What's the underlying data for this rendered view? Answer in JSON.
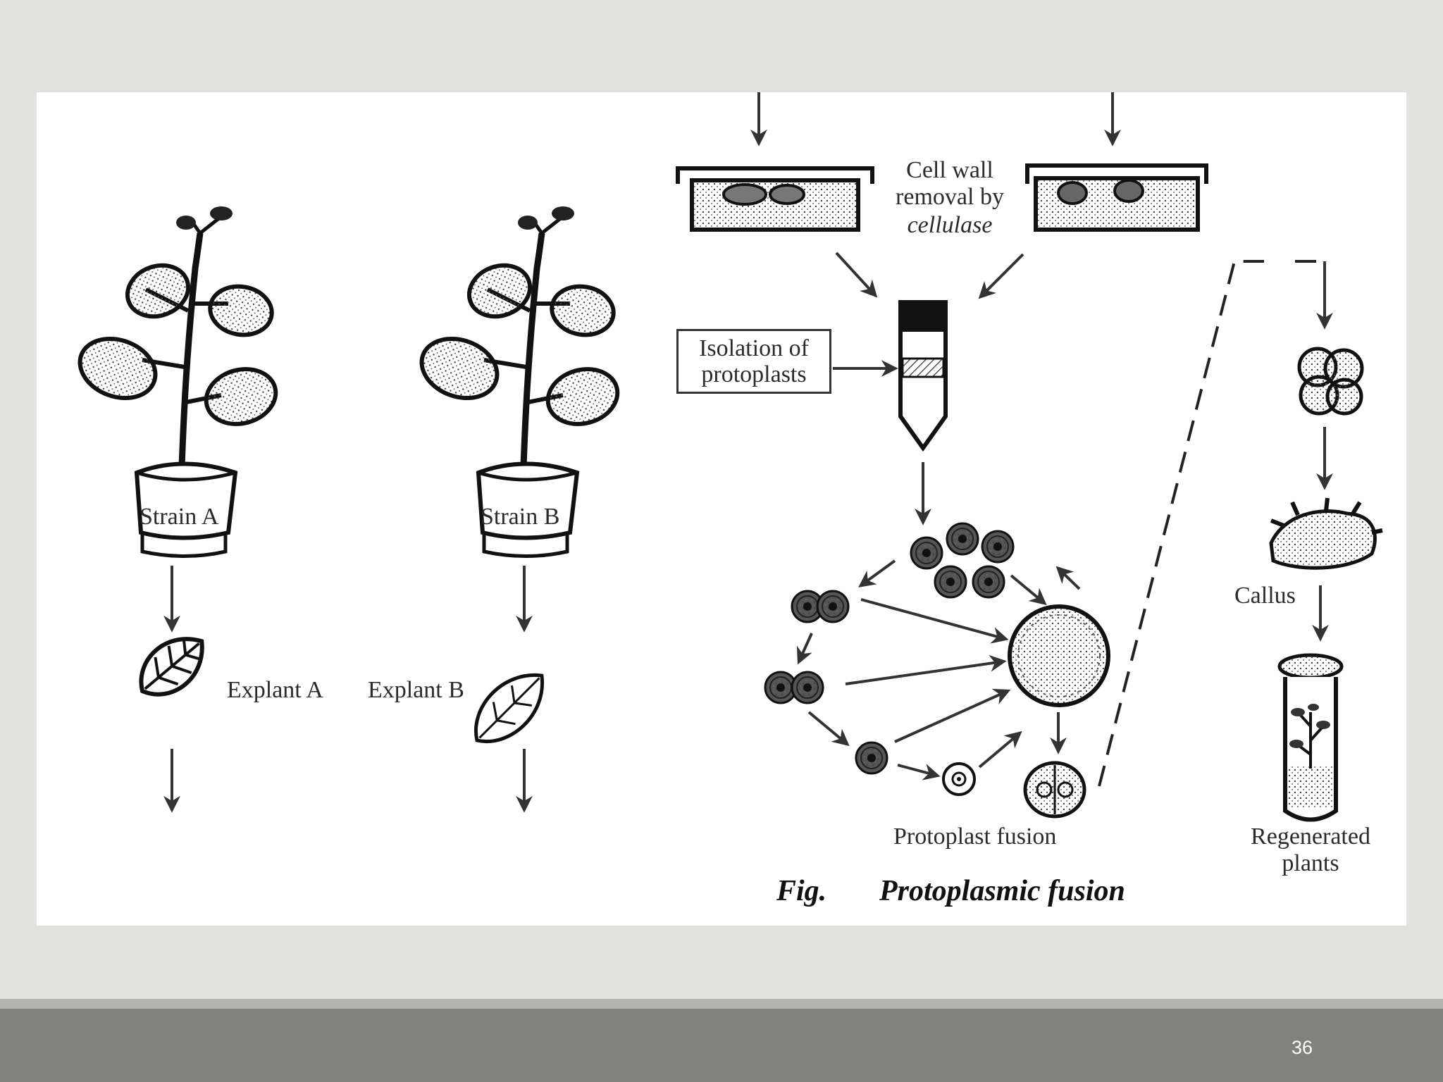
{
  "figure": {
    "labels": {
      "strain_a": "Strain A",
      "strain_b": "Strain B",
      "explant_a": "Explant A",
      "explant_b": "Explant B",
      "cell_wall_line1": "Cell wall",
      "cell_wall_line2": "removal by",
      "cell_wall_line3": "cellulase",
      "isolation_line1": "Isolation of",
      "isolation_line2": "protoplasts",
      "protoplast_fusion": "Protoplast fusion",
      "callus": "Callus",
      "regenerated_line1": "Regenerated",
      "regenerated_line2": "plants"
    },
    "caption_prefix": "Fig.",
    "caption_title": "Protoplasmic  fusion"
  },
  "slide_number": "36",
  "colors": {
    "background": "#e1e2de",
    "panel": "#ffffff",
    "ink": "#222222",
    "footer_bar": "#81827d"
  }
}
